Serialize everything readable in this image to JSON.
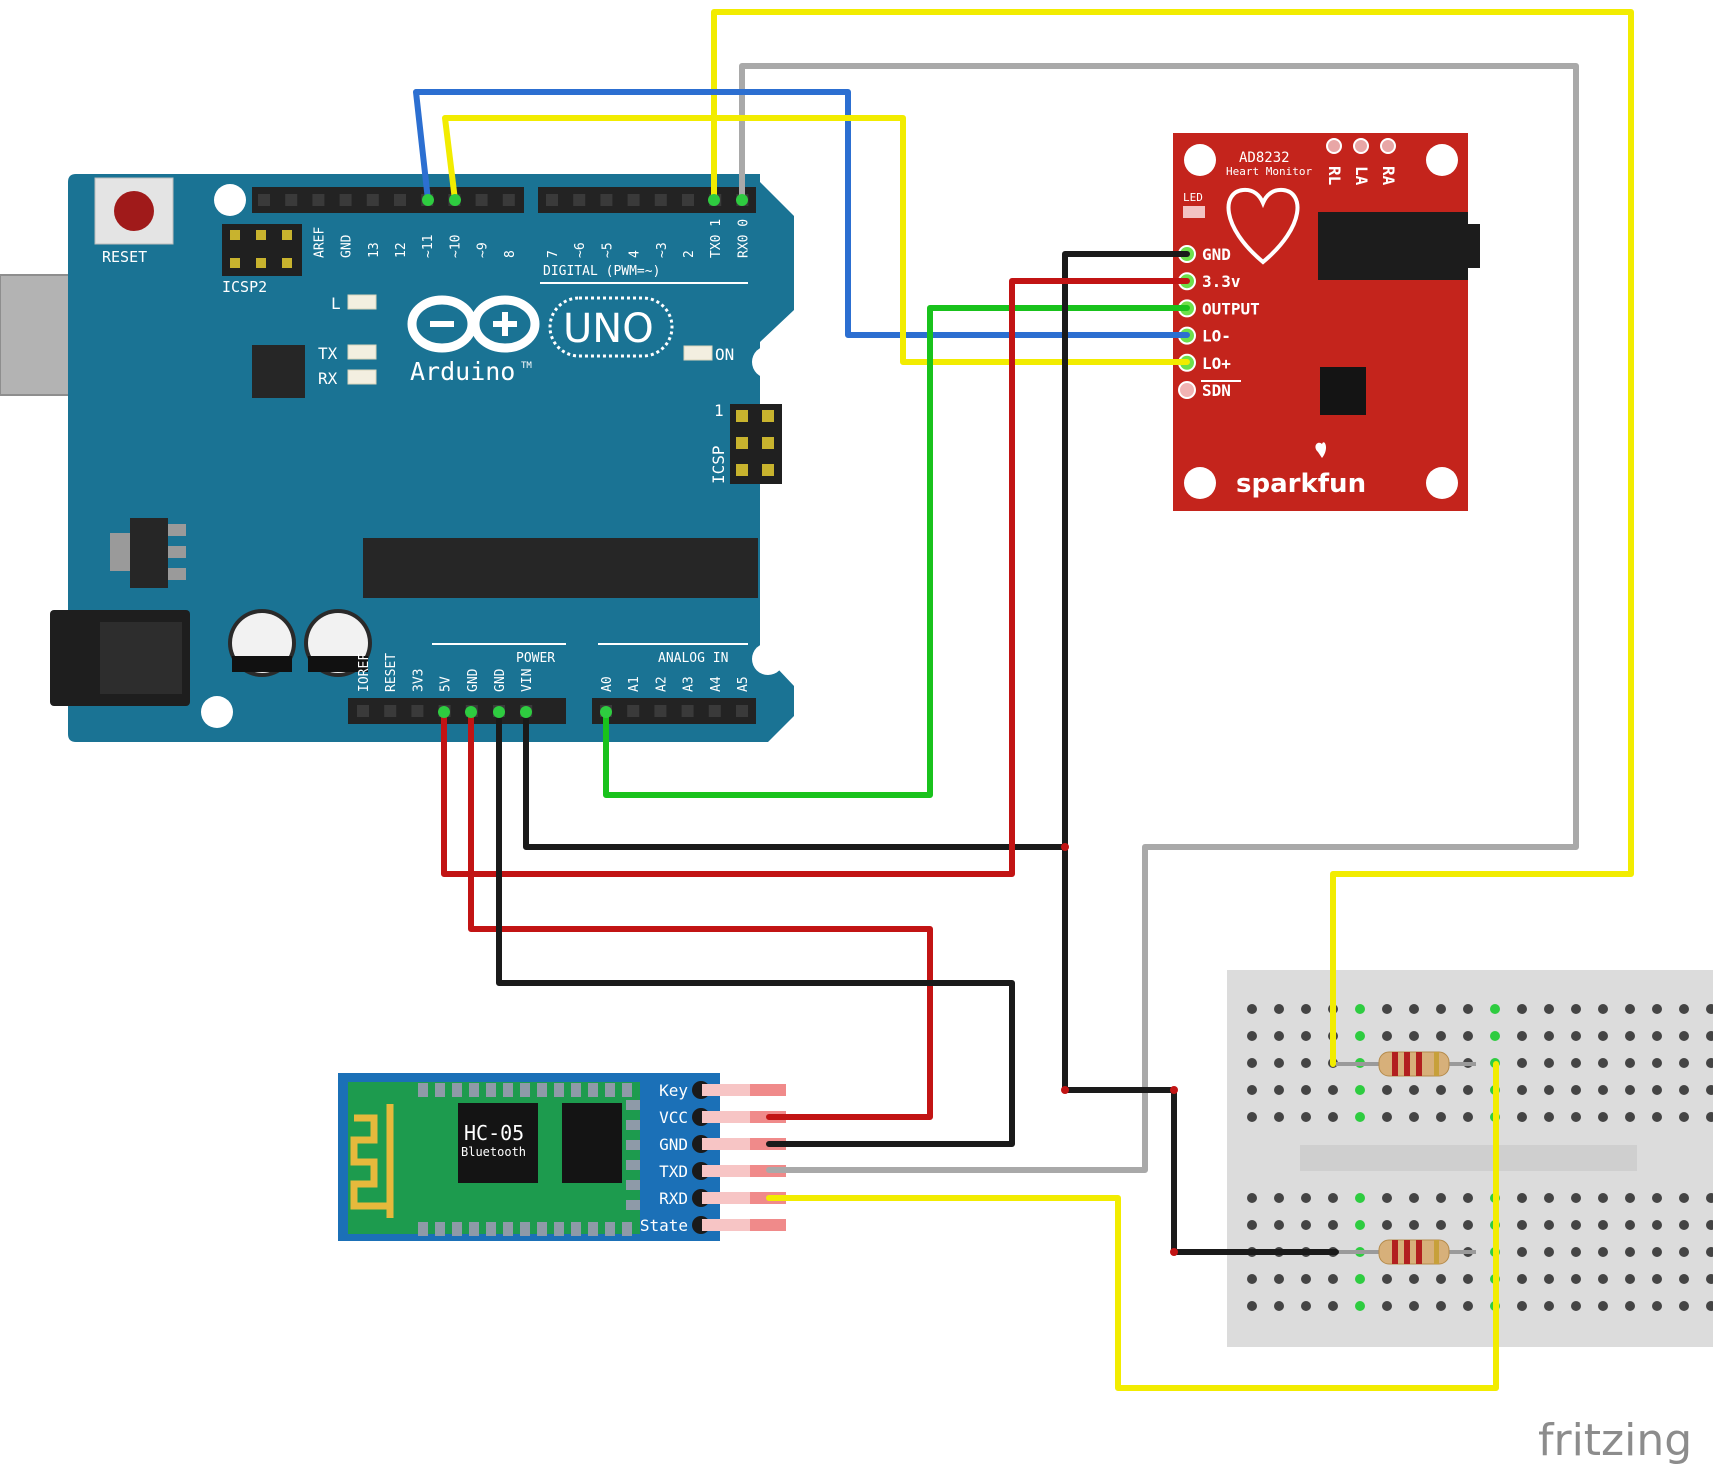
{
  "arduino": {
    "board_name": "UNO",
    "brand": "Arduino",
    "trademark": "TM",
    "reset_label": "RESET",
    "icsp2_label": "ICSP2",
    "icsp_label": "ICSP",
    "icsp_pin1": "1",
    "led_l": "L",
    "led_tx": "TX",
    "led_rx": "RX",
    "led_on": "ON",
    "digital_header": "DIGITAL (PWM=~)",
    "power_header": "POWER",
    "analog_header": "ANALOG IN",
    "digital_pins": [
      "AREF",
      "GND",
      "13",
      "12",
      "~11",
      "~10",
      "~9",
      "8",
      "7",
      "~6",
      "~5",
      "4",
      "~3",
      "2",
      "TX0 1",
      "RX0 0"
    ],
    "power_pins": [
      "IOREF",
      "RESET",
      "3V3",
      "5V",
      "GND",
      "GND",
      "VIN"
    ],
    "analog_pins": [
      "A0",
      "A1",
      "A2",
      "A3",
      "A4",
      "A5"
    ]
  },
  "ad8232": {
    "title": "AD8232",
    "subtitle": "Heart Monitor",
    "electrodes": [
      "RL",
      "LA",
      "RA"
    ],
    "led_label": "LED",
    "pins": [
      "GND",
      "3.3v",
      "OUTPUT",
      "LO-",
      "LO+",
      "SDN"
    ],
    "brand": "sparkfun"
  },
  "hc05": {
    "title": "HC-05",
    "subtitle": "Bluetooth",
    "pins": [
      "Key",
      "VCC",
      "GND",
      "TXD",
      "RXD",
      "State"
    ]
  },
  "watermark": "fritzing",
  "colors": {
    "board_blue": "#1a7394",
    "ad8232_red": "#c4241c",
    "hc05_green": "#1d9b4e",
    "hc05_blue": "#1b70b7",
    "wire_yellow": "#f2ec00",
    "wire_gray": "#a9a9a9",
    "wire_blue": "#2c6fd1",
    "wire_green": "#19c21c",
    "wire_red": "#c21414",
    "wire_black": "#1a1a1a"
  }
}
